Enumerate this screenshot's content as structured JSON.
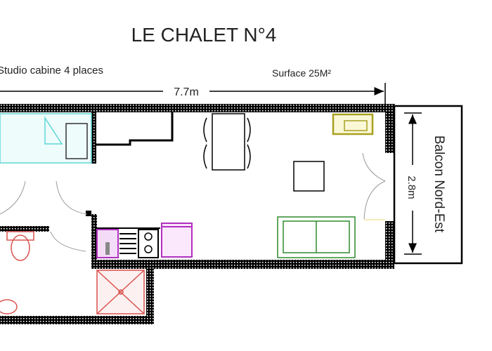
{
  "plan": {
    "title": "LE CHALET N°4",
    "subtitle": "Studio cabine 4 places",
    "surface": "Surface 25M²",
    "length_dimension": "7.7m",
    "width_dimension": "2.8m",
    "balcony_label": "Balcon Nord-Est"
  },
  "colors": {
    "wall": "#000000",
    "closet": "#5fd6d6",
    "bathroom": "#d9534f",
    "kitchen": "#b030c0",
    "sofa": "#2e8b2e",
    "tv_unit": "#a8a020"
  }
}
